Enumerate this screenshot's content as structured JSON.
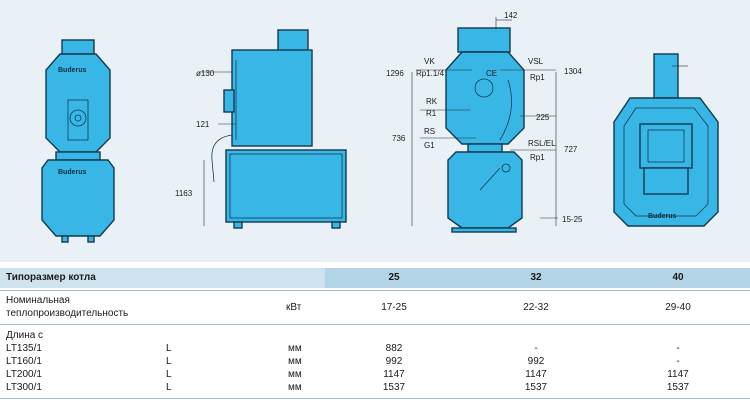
{
  "drawings": {
    "logo_text": "Buderus",
    "side_view_dims": [
      "ø130",
      "121",
      "1163"
    ],
    "rear_view_labels": {
      "top_width": "142",
      "vk_code": "VK",
      "vk_thread": "Rp1.1/4",
      "vk_height": "1296",
      "vsl_code": "VSL",
      "vsl_thread": "Rp1",
      "vsl_height": "1304",
      "rk_code": "RK",
      "rk_thread": "R1",
      "offset": "225",
      "rs_code": "RS",
      "rs_thread": "G1",
      "rs_height": "736",
      "rsl_code": "RSL/EL",
      "rsl_thread": "Rp1",
      "rsl_height": "727",
      "feet": "15-25",
      "ce_mark": "CE"
    }
  },
  "table": {
    "header": {
      "label": "Типоразмер котла",
      "sizes": [
        "25",
        "32",
        "40"
      ]
    },
    "power": {
      "label_line1": "Номинальная",
      "label_line2": "теплопроизводительность",
      "unit": "кВт",
      "values": [
        "17-25",
        "22-32",
        "29-40"
      ]
    },
    "length": {
      "label": "Длина с",
      "rows": [
        {
          "model": "LT135/1",
          "suffix": "L",
          "unit": "мм",
          "values": [
            "882",
            "-",
            "-"
          ]
        },
        {
          "model": "LT160/1",
          "suffix": "L",
          "unit": "мм",
          "values": [
            "992",
            "992",
            "-"
          ]
        },
        {
          "model": "LT200/1",
          "suffix": "L",
          "unit": "мм",
          "values": [
            "1147",
            "1147",
            "1147"
          ]
        },
        {
          "model": "LT300/1",
          "suffix": "L",
          "unit": "мм",
          "values": [
            "1537",
            "1537",
            "1537"
          ]
        }
      ]
    }
  },
  "colors": {
    "body_blue": "#38b6e6",
    "header_band": "#b3d3e6",
    "header_bg": "#cfe3ef"
  }
}
